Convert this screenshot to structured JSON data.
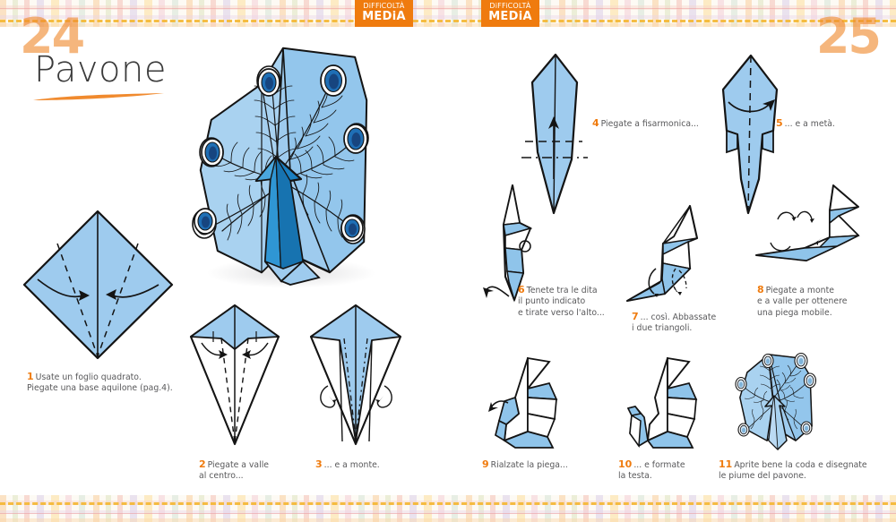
{
  "page": {
    "left_number": "24",
    "right_number": "25",
    "title": "Pavone"
  },
  "badges": [
    {
      "top_label": "DiFFiCOLTÀ",
      "bottom_label": "MEDiA"
    },
    {
      "top_label": "DiFFiCOLTÀ",
      "bottom_label": "MEDiA"
    }
  ],
  "colors": {
    "paper_light": "#9ecbee",
    "paper_mid": "#7fbce8",
    "paper_dark": "#1a7fc1",
    "accent_orange": "#ef7b0e",
    "page_number": "#f08a2e",
    "text_gray": "#58585a",
    "ink": "#141414",
    "eye_white": "#ffffff",
    "eye_blue": "#1f6fb5",
    "eye_navy": "#17457f"
  },
  "steps": [
    {
      "number": "1",
      "lines": [
        "Usate un foglio quadrato.",
        "Piegate una base aquilone (pag.4)."
      ],
      "diagram": "kite-base-diamond"
    },
    {
      "number": "2",
      "lines": [
        "Piegate a valle",
        "al centro..."
      ],
      "diagram": "kite-valley-fold"
    },
    {
      "number": "3",
      "lines": [
        "... e a monte."
      ],
      "diagram": "kite-mountain-fold"
    },
    {
      "number": "4",
      "lines": [
        "Piegate a fisarmonica..."
      ],
      "diagram": "narrow-kite-accordion"
    },
    {
      "number": "5",
      "lines": [
        "... e a metà."
      ],
      "diagram": "accordion-half-fold"
    },
    {
      "number": "6",
      "lines": [
        "Tenete tra le dita",
        "il punto indicato",
        "e tirate verso l'alto..."
      ],
      "diagram": "pull-up-point"
    },
    {
      "number": "7",
      "lines": [
        "... così. Abbassate",
        "i due triangoli."
      ],
      "diagram": "lower-two-triangles"
    },
    {
      "number": "8",
      "lines": [
        "Piegate a monte",
        "e a valle per ottenere",
        "una piega mobile."
      ],
      "diagram": "mountain-valley-mobile-fold"
    },
    {
      "number": "9",
      "lines": [
        "Rialzate la piega..."
      ],
      "diagram": "raise-fold"
    },
    {
      "number": "10",
      "lines": [
        "... e formate",
        "la testa."
      ],
      "diagram": "form-head"
    },
    {
      "number": "11",
      "lines": [
        "Aprite bene la coda e disegnate",
        "le piume del pavone."
      ],
      "diagram": "finished-peacock-small"
    }
  ],
  "hero": {
    "name": "finished-peacock-illustration",
    "description": "Pavone origami con coda aperta e piume disegnate"
  }
}
